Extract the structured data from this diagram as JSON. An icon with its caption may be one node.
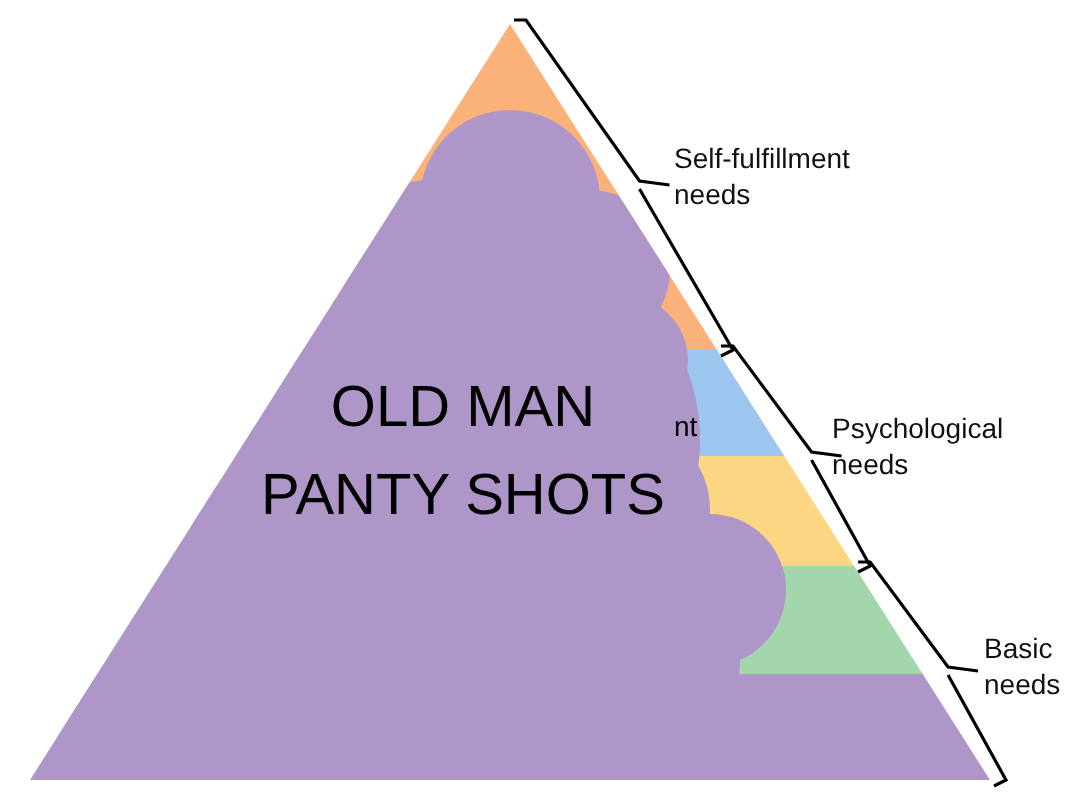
{
  "diagram": {
    "nodes": [
      {
        "text": [
          "OLD MAN PANTY SHOTS"
        ]
      }
    ],
    "labels": [
      "Self-fulfillment needs",
      "nt",
      "Psychological needs",
      "Basic needs"
    ]
  }
}
